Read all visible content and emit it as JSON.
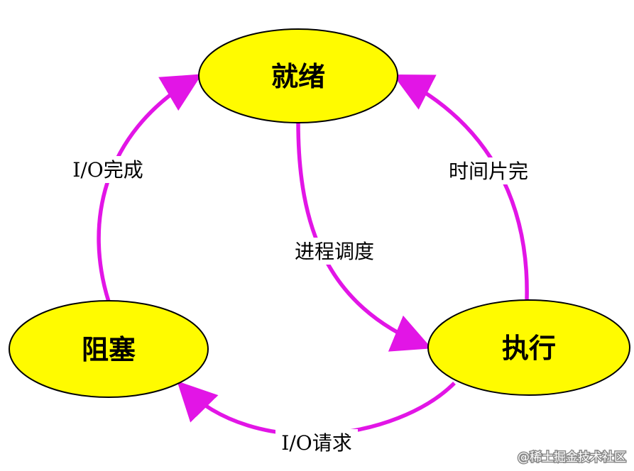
{
  "colors": {
    "state_fill": "#fffb00",
    "state_stroke": "#000000",
    "arrow": "#e215e6",
    "label_bg": "#ffffff"
  },
  "states": {
    "ready": "就绪",
    "running": "执行",
    "blocked": "阻塞"
  },
  "transitions": {
    "dispatch": "进程调度",
    "timeout": "时间片完",
    "io_request": "I/O请求",
    "io_complete": "I/O完成"
  },
  "watermark": "@稀土掘金技术社区"
}
